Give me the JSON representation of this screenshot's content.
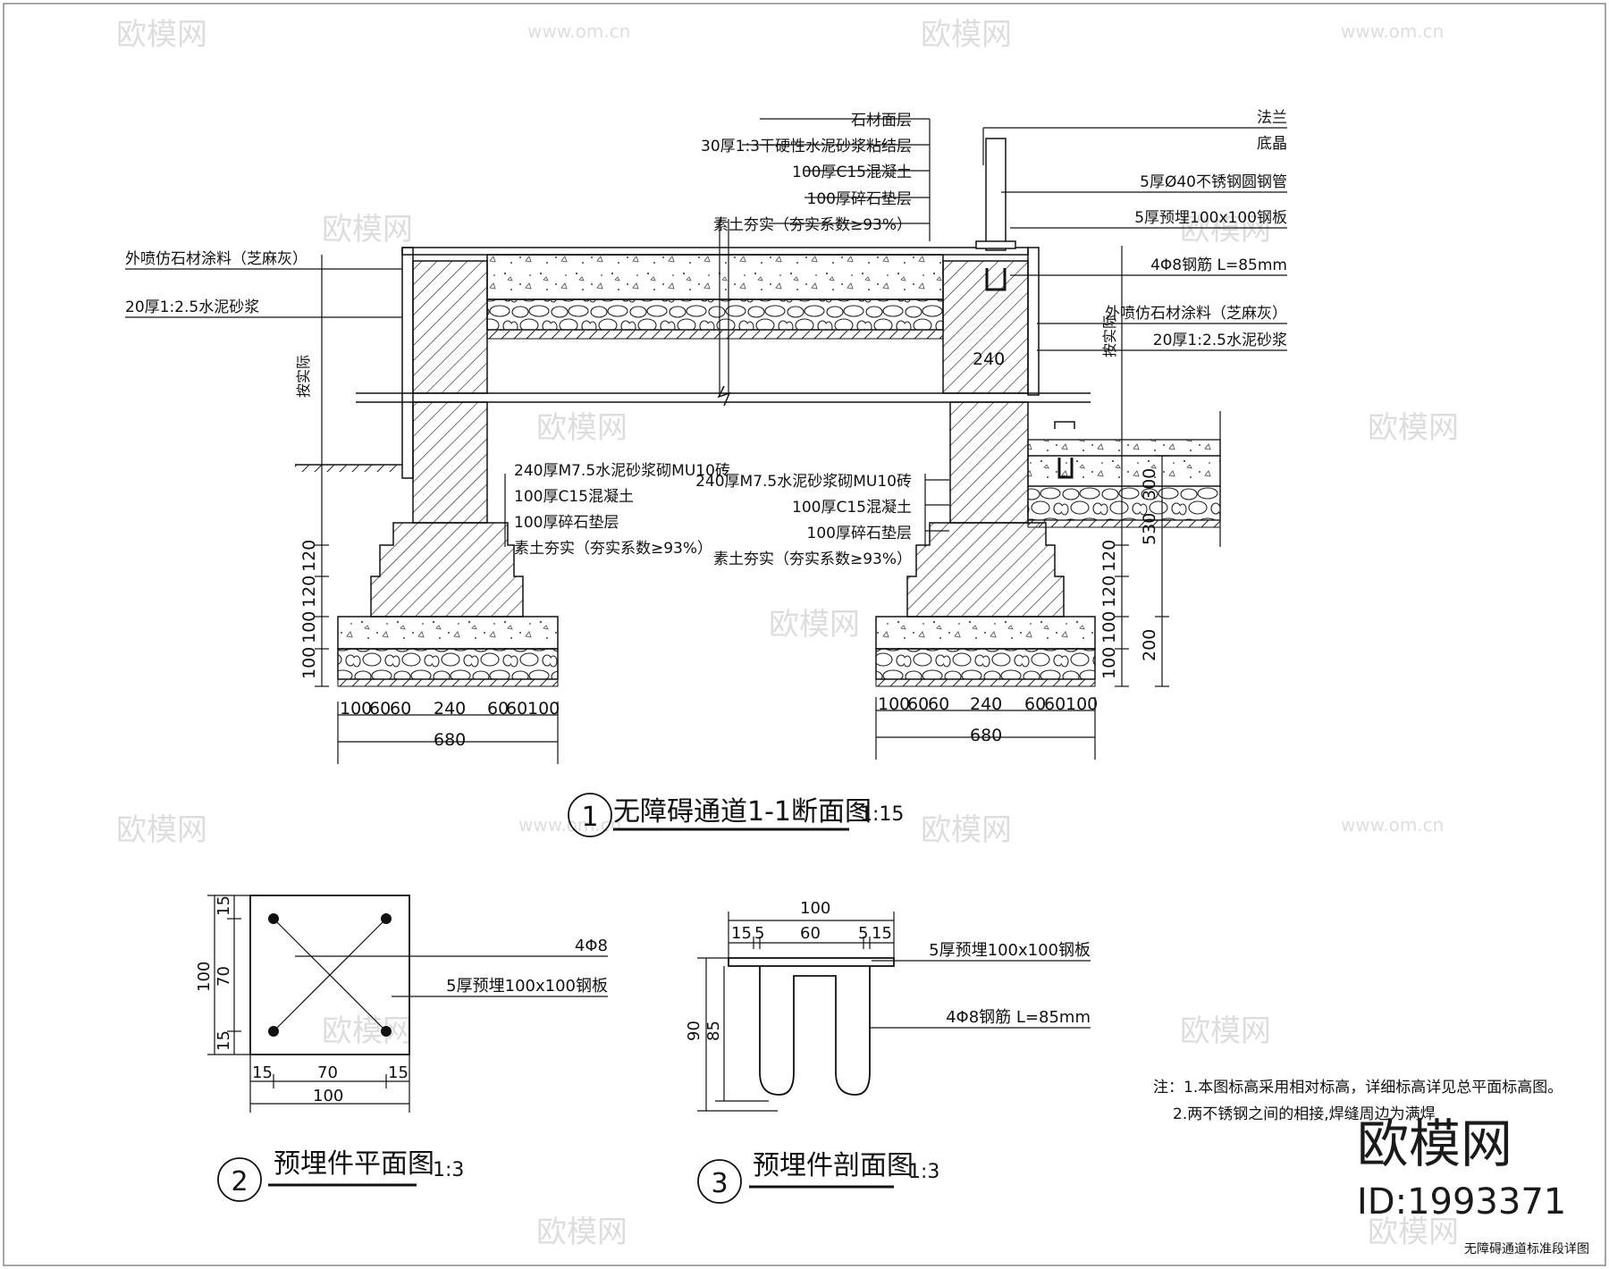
{
  "labels_top_center": [
    "石材面层",
    "30厚1:3干硬性水泥砂浆粘结层",
    "100厚C15混凝土",
    "100厚碎石垫层",
    "素土夯实（夯实系数≥93%）"
  ],
  "labels_top_right": [
    "法兰",
    "底晶",
    "5厚Ø40不锈钢圆钢管",
    "5厚预埋100x100钢板",
    "4Φ8钢筋  L=85mm",
    "外喷仿石材涂料（芝麻灰）",
    "20厚1:2.5水泥砂浆"
  ],
  "labels_left": [
    "外喷仿石材涂料（芝麻灰）",
    "20厚1:2.5水泥砂浆"
  ],
  "labels_mid_left": [
    "240厚M7.5水泥砂浆砌MU10砖",
    "100厚C15混凝土",
    "100厚碎石垫层",
    "素土夯实（夯实系数≥93%）"
  ],
  "labels_mid_right": [
    "240厚M7.5水泥砂浆砌MU10砖",
    "100厚C15混凝土",
    "100厚碎石垫层",
    "素土夯实（夯实系数≥93%）"
  ],
  "elev_label": "按实际",
  "dims_left_vert": [
    "120",
    "120",
    "100",
    "100"
  ],
  "dims_right_vert": [
    "120",
    "120",
    "100",
    "100"
  ],
  "dims_right_outer": [
    "200",
    "530",
    "300"
  ],
  "dim_240": "240",
  "dims_bottom": [
    "100",
    "60",
    "60",
    "240",
    "60",
    "60",
    "100"
  ],
  "dim_680": "680",
  "title1": {
    "num": "1",
    "text": "无障碍通道1-1断面图",
    "scale": "1:15"
  },
  "title2": {
    "num": "2",
    "text": "预埋件平面图",
    "scale": "1:3"
  },
  "title3": {
    "num": "3",
    "text": "预埋件剖面图",
    "scale": "1:3"
  },
  "plan": {
    "d100": "100",
    "d70": "70",
    "d15": "15",
    "label1": "4Φ8",
    "label2": "5厚预埋100x100钢板"
  },
  "section": {
    "d100": "100",
    "d60": "60",
    "d5": "5",
    "d15": "15",
    "d90": "90",
    "d85": "85",
    "label1": "5厚预埋100x100钢板",
    "label2": "4Φ8钢筋  L=85mm"
  },
  "notes": [
    "注：1.本图标高采用相对标高，详细标高详见总平面标高图。",
    "2.两不锈钢之间的相接,焊缝周边为满焊"
  ],
  "watermark": {
    "site": "www.om.cn",
    "brand": "欧模网",
    "id": "ID:1993371"
  },
  "footer": "无障碍通道标准段详图"
}
